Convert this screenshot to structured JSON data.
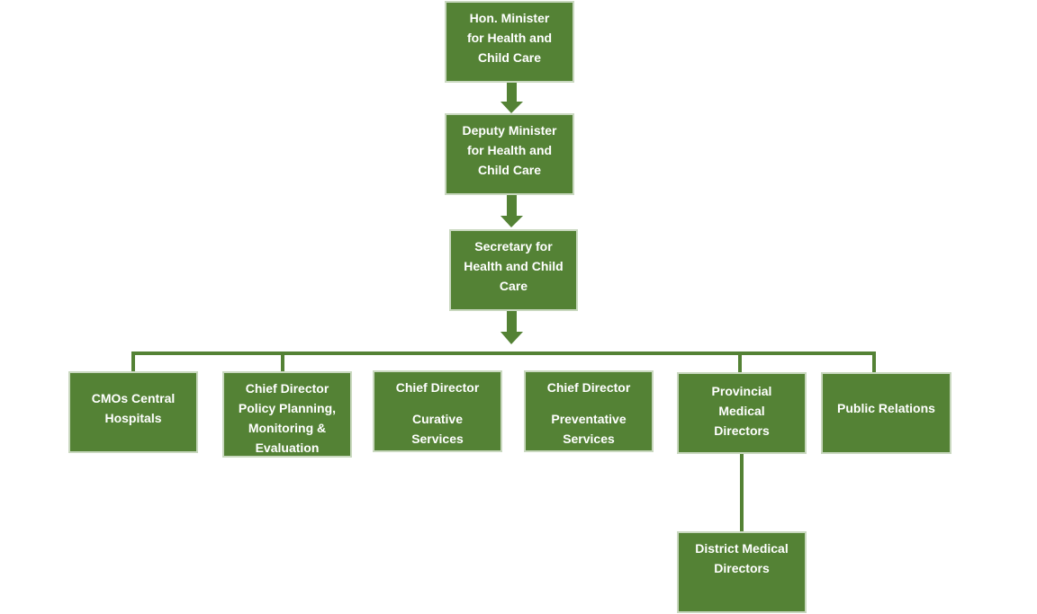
{
  "nodes": {
    "minister": {
      "lines": [
        "Hon. Minister",
        "for Health and",
        "Child Care"
      ]
    },
    "deputy": {
      "lines": [
        "Deputy Minister",
        "for Health and",
        "Child Care"
      ]
    },
    "secretary": {
      "lines": [
        "Secretary for",
        "Health and Child",
        "Care"
      ]
    },
    "cmos": {
      "lines": [
        "CMOs Central",
        "Hospitals"
      ]
    },
    "policy": {
      "lines": [
        "Chief Director",
        "Policy Planning,",
        "Monitoring &",
        "Evaluation"
      ]
    },
    "curative": {
      "title": "Chief Director",
      "lines": [
        "Curative",
        "Services"
      ]
    },
    "preventive": {
      "title": "Chief Director",
      "lines": [
        "Preventative",
        "Services"
      ]
    },
    "provincial": {
      "lines": [
        "Provincial",
        "Medical",
        "Directors"
      ]
    },
    "pr": {
      "lines": [
        "Public Relations"
      ]
    },
    "district": {
      "lines": [
        "District Medical",
        "Directors"
      ]
    }
  },
  "colors": {
    "box_fill": "#548235",
    "box_border": "#c9d8bf",
    "connector": "#548235"
  }
}
